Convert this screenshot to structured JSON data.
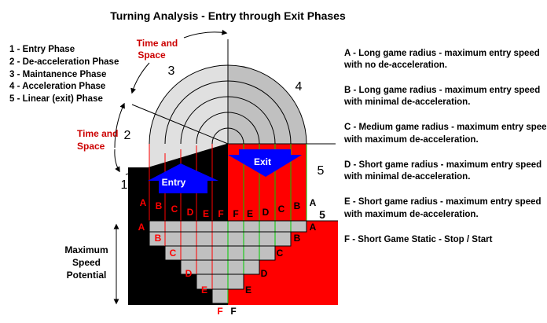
{
  "title": "Turning Analysis - Entry through Exit Phases",
  "phases": [
    "1 - Entry Phase",
    "2 - De-acceleration Phase",
    "3 - Maintanence Phase",
    "4 - Acceleration Phase",
    "5 - Linear (exit) Phase"
  ],
  "time_space": {
    "line1": "Time and",
    "line2": "Space"
  },
  "zone_numbers": {
    "z1": "1",
    "z2": "2",
    "z3": "3",
    "z4": "4",
    "z5": "5"
  },
  "arrows": {
    "entry": "Entry",
    "exit": "Exit"
  },
  "max_speed": {
    "line1": "Maximum",
    "line2": "Speed",
    "line3": "Potential"
  },
  "lane_letters": [
    "A",
    "B",
    "C",
    "D",
    "E",
    "F"
  ],
  "legend": [
    {
      "line1": "A - Long game radius - maximum entry speed",
      "line2": "with no de-acceleration."
    },
    {
      "line1": "B - Long game radius -  maximum entry speed",
      "line2": "with minimal de-acceleration."
    },
    {
      "line1": "C - Medium game radius - maximum entry speed",
      "line2": "with maximum de-acceleration."
    },
    {
      "line1": "D - Short game radius - maximum entry speed",
      "line2": "with minimal de-acceleration."
    },
    {
      "line1": "E - Short game radius - maximum entry speed",
      "line2": "with maximum de-acceleration."
    },
    {
      "line1": "F - Short Game Static - Stop / Start",
      "line2": ""
    }
  ],
  "colors": {
    "red": "#ff0000",
    "black": "#000000",
    "gray": "#c0c0c0",
    "light_gray": "#e0e0e0",
    "blue": "#0000ff",
    "green": "#00cc00",
    "white": "#ffffff"
  }
}
